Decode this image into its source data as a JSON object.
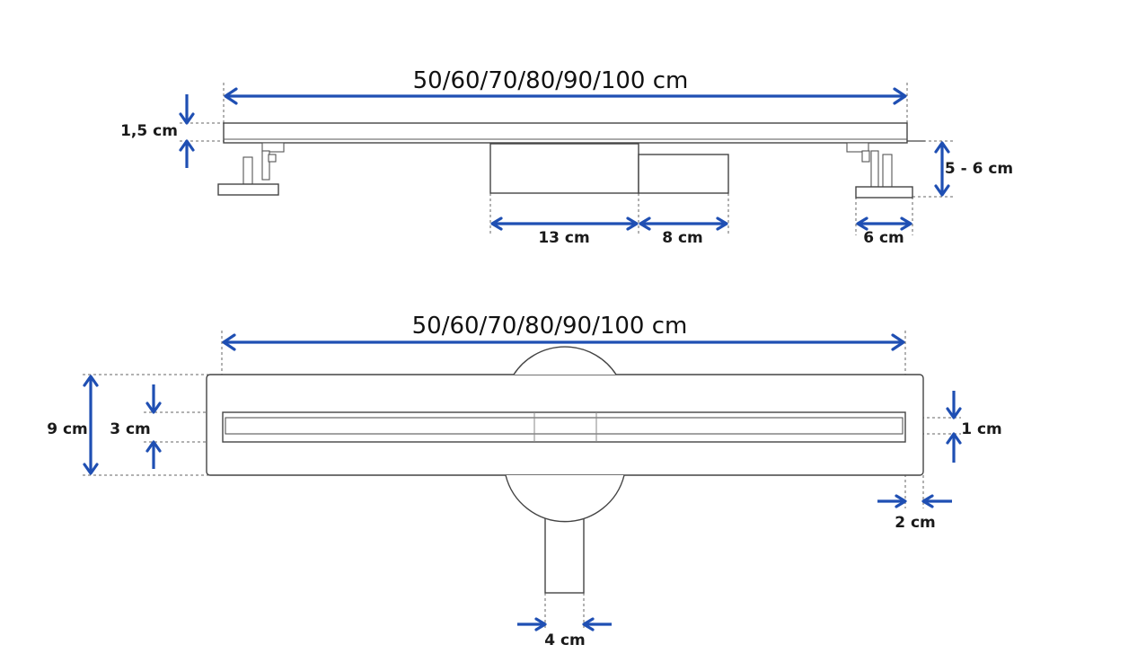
{
  "colors": {
    "dimension": "#1f4fb3",
    "outline": "#444444",
    "text": "#111111"
  },
  "side_view": {
    "length_label": "50/60/70/80/90/100 cm",
    "thickness_label": "1,5 cm",
    "height_label": "5 - 6 cm",
    "trap_label": "13 cm",
    "outlet_label": "8 cm",
    "foot_label": "6 cm"
  },
  "top_view": {
    "length_label": "50/60/70/80/90/100 cm",
    "frame_width_label": "9 cm",
    "channel_width_label": "3 cm",
    "grate_gap_label": "1 cm",
    "end_margin_label": "2 cm",
    "pipe_label": "4 cm"
  }
}
